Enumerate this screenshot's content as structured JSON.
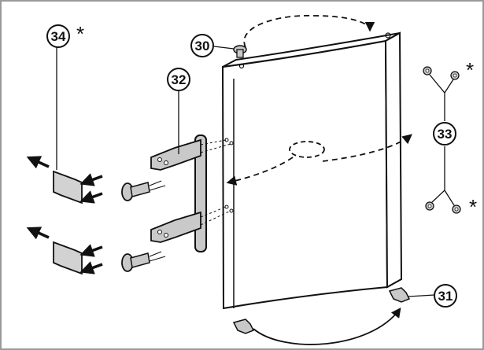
{
  "callouts": [
    {
      "id": "callout-30",
      "label": "30"
    },
    {
      "id": "callout-31",
      "label": "31"
    },
    {
      "id": "callout-32",
      "label": "32"
    },
    {
      "id": "callout-33",
      "label": "33"
    },
    {
      "id": "callout-34",
      "label": "34"
    }
  ],
  "marks": {
    "asterisk": "*"
  },
  "colors": {
    "line": "#111111",
    "door_fill": "#ffffff",
    "handle_fill": "#c9c9c9",
    "cover_fill": "#d2d2d2",
    "frame": "#9a9a9a",
    "background": "#ffffff"
  }
}
